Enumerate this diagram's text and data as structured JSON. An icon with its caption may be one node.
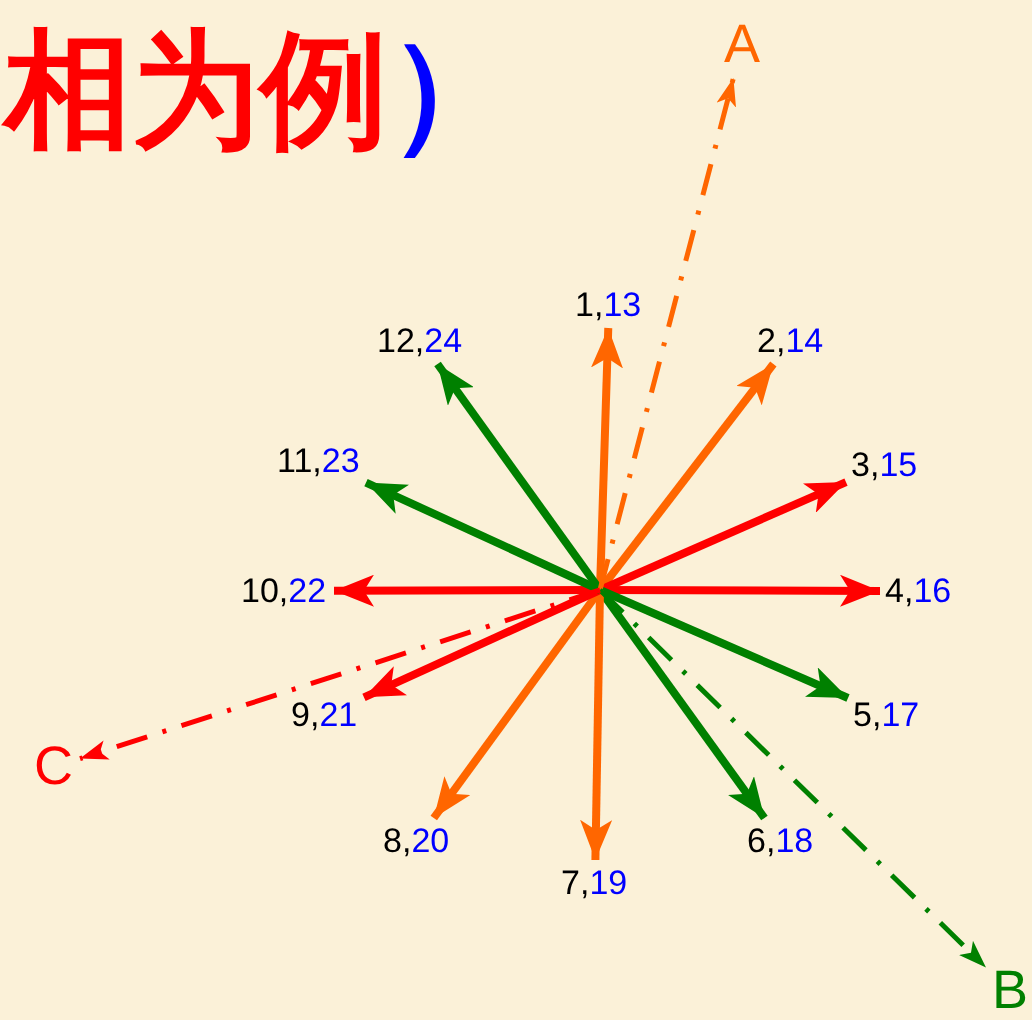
{
  "diagram": {
    "title": "相为例）",
    "nodes": [
      {
        "text": [
          "1,13"
        ]
      },
      {
        "text": [
          "2,14"
        ]
      },
      {
        "text": [
          "3,15"
        ]
      },
      {
        "text": [
          "4,16"
        ]
      },
      {
        "text": [
          "5,17"
        ]
      },
      {
        "text": [
          "6,18"
        ]
      },
      {
        "text": [
          "7,19"
        ]
      },
      {
        "text": [
          "8,20"
        ]
      },
      {
        "text": [
          "9,21"
        ]
      },
      {
        "text": [
          "10,22"
        ]
      },
      {
        "text": [
          "11,23"
        ]
      },
      {
        "text": [
          "12,24"
        ]
      },
      {
        "text": [
          "A"
        ]
      },
      {
        "text": [
          "B"
        ]
      },
      {
        "text": [
          "C"
        ]
      }
    ],
    "edges": [
      {
        "from": null,
        "to": 0,
        "arrow": "to",
        "color": "#ff6600"
      },
      {
        "from": null,
        "to": 1,
        "arrow": "to",
        "color": "#ff6600"
      },
      {
        "from": null,
        "to": 2,
        "arrow": "to",
        "color": "#ff0000"
      },
      {
        "from": null,
        "to": 3,
        "arrow": "to",
        "color": "#ff0000"
      },
      {
        "from": null,
        "to": 4,
        "arrow": "to",
        "color": "#008000"
      },
      {
        "from": null,
        "to": 5,
        "arrow": "to",
        "color": "#008000"
      },
      {
        "from": null,
        "to": 6,
        "arrow": "to",
        "color": "#ff6600"
      },
      {
        "from": null,
        "to": 7,
        "arrow": "to",
        "color": "#ff6600"
      },
      {
        "from": null,
        "to": 8,
        "arrow": "to",
        "color": "#ff0000"
      },
      {
        "from": null,
        "to": 9,
        "arrow": "to",
        "color": "#ff0000"
      },
      {
        "from": null,
        "to": 10,
        "arrow": "to",
        "color": "#008000"
      },
      {
        "from": null,
        "to": 11,
        "arrow": "to",
        "color": "#008000"
      },
      {
        "from": null,
        "to": 12,
        "arrow": "to",
        "style": "dashed",
        "color": "#ff6600"
      },
      {
        "from": null,
        "to": 13,
        "arrow": "to",
        "style": "dashed",
        "color": "#008000"
      },
      {
        "from": null,
        "to": 14,
        "arrow": "to",
        "style": "dashed",
        "color": "#ff0000"
      }
    ]
  }
}
